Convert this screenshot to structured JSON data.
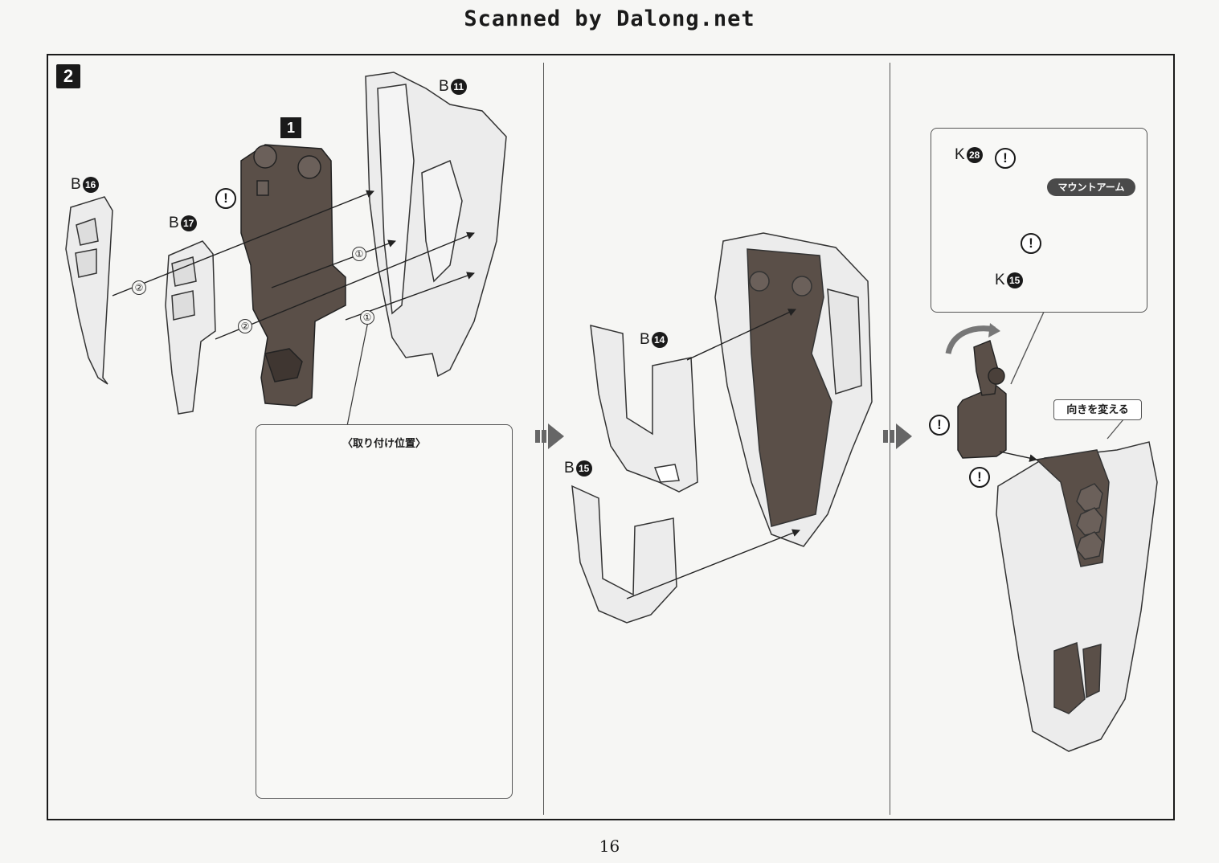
{
  "header": {
    "title": "Scanned by Dalong.net"
  },
  "step": {
    "number": "2",
    "sub_step": "1"
  },
  "panel1": {
    "parts": [
      {
        "letter": "B",
        "num": "16"
      },
      {
        "letter": "B",
        "num": "17"
      },
      {
        "letter": "B",
        "num": "11"
      }
    ],
    "markers": [
      "①",
      "①",
      "②",
      "②"
    ],
    "inset_title": "〈取り付け位置〉"
  },
  "panel2": {
    "parts": [
      {
        "letter": "B",
        "num": "14"
      },
      {
        "letter": "B",
        "num": "15"
      }
    ]
  },
  "panel3": {
    "parts": [
      {
        "letter": "K",
        "num": "28"
      },
      {
        "letter": "K",
        "num": "15"
      }
    ],
    "mount_arm_label": "マウントアーム",
    "direction_label": "向きを変える"
  },
  "warning_glyph": "!",
  "colors": {
    "dark_part": "#5a4f48",
    "light_part": "#ececec",
    "outline": "#333333"
  },
  "page_number": "16"
}
